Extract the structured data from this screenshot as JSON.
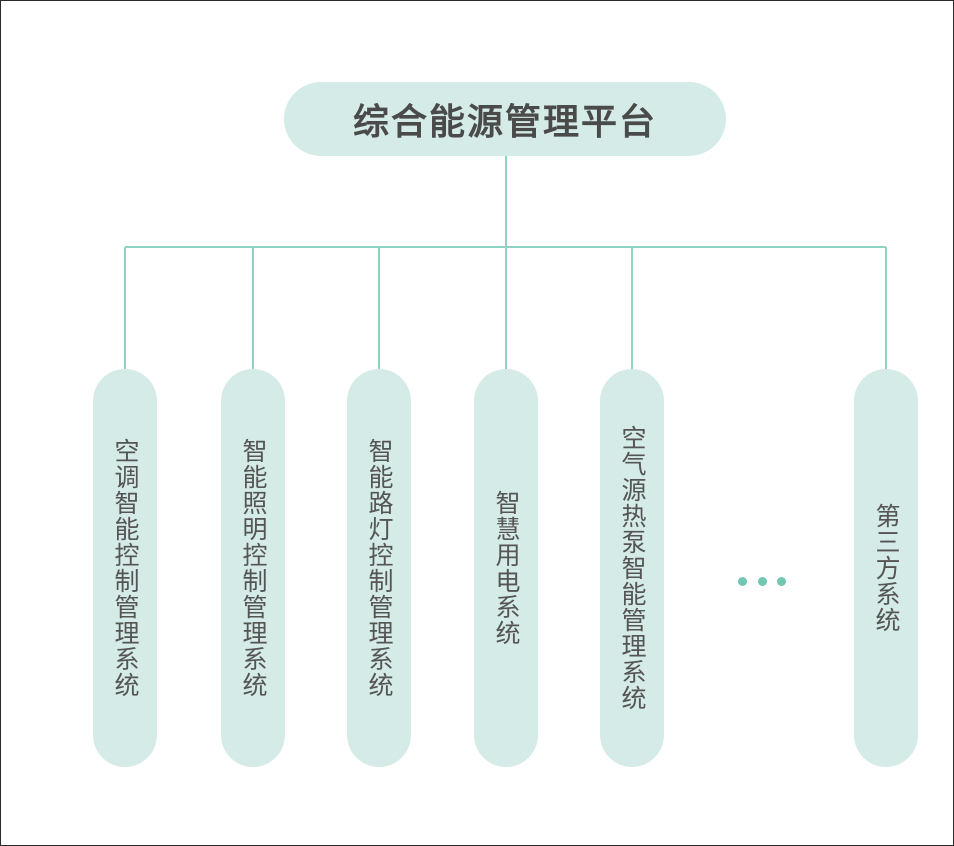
{
  "root": {
    "label": "综合能源管理平台"
  },
  "children": [
    {
      "label": "空调智能控制管理系统"
    },
    {
      "label": "智能照明控制管理系统"
    },
    {
      "label": "智能路灯控制管理系统"
    },
    {
      "label": "智慧用电系统"
    },
    {
      "label": "空气源热泵智能管理系统"
    },
    {
      "label": "第三方系统"
    }
  ],
  "colors": {
    "node_fill": "#d5ebe7",
    "connector": "#8fd3c3",
    "ellipsis_dot": "#6fc7b4",
    "text": "#4a4a4a"
  }
}
